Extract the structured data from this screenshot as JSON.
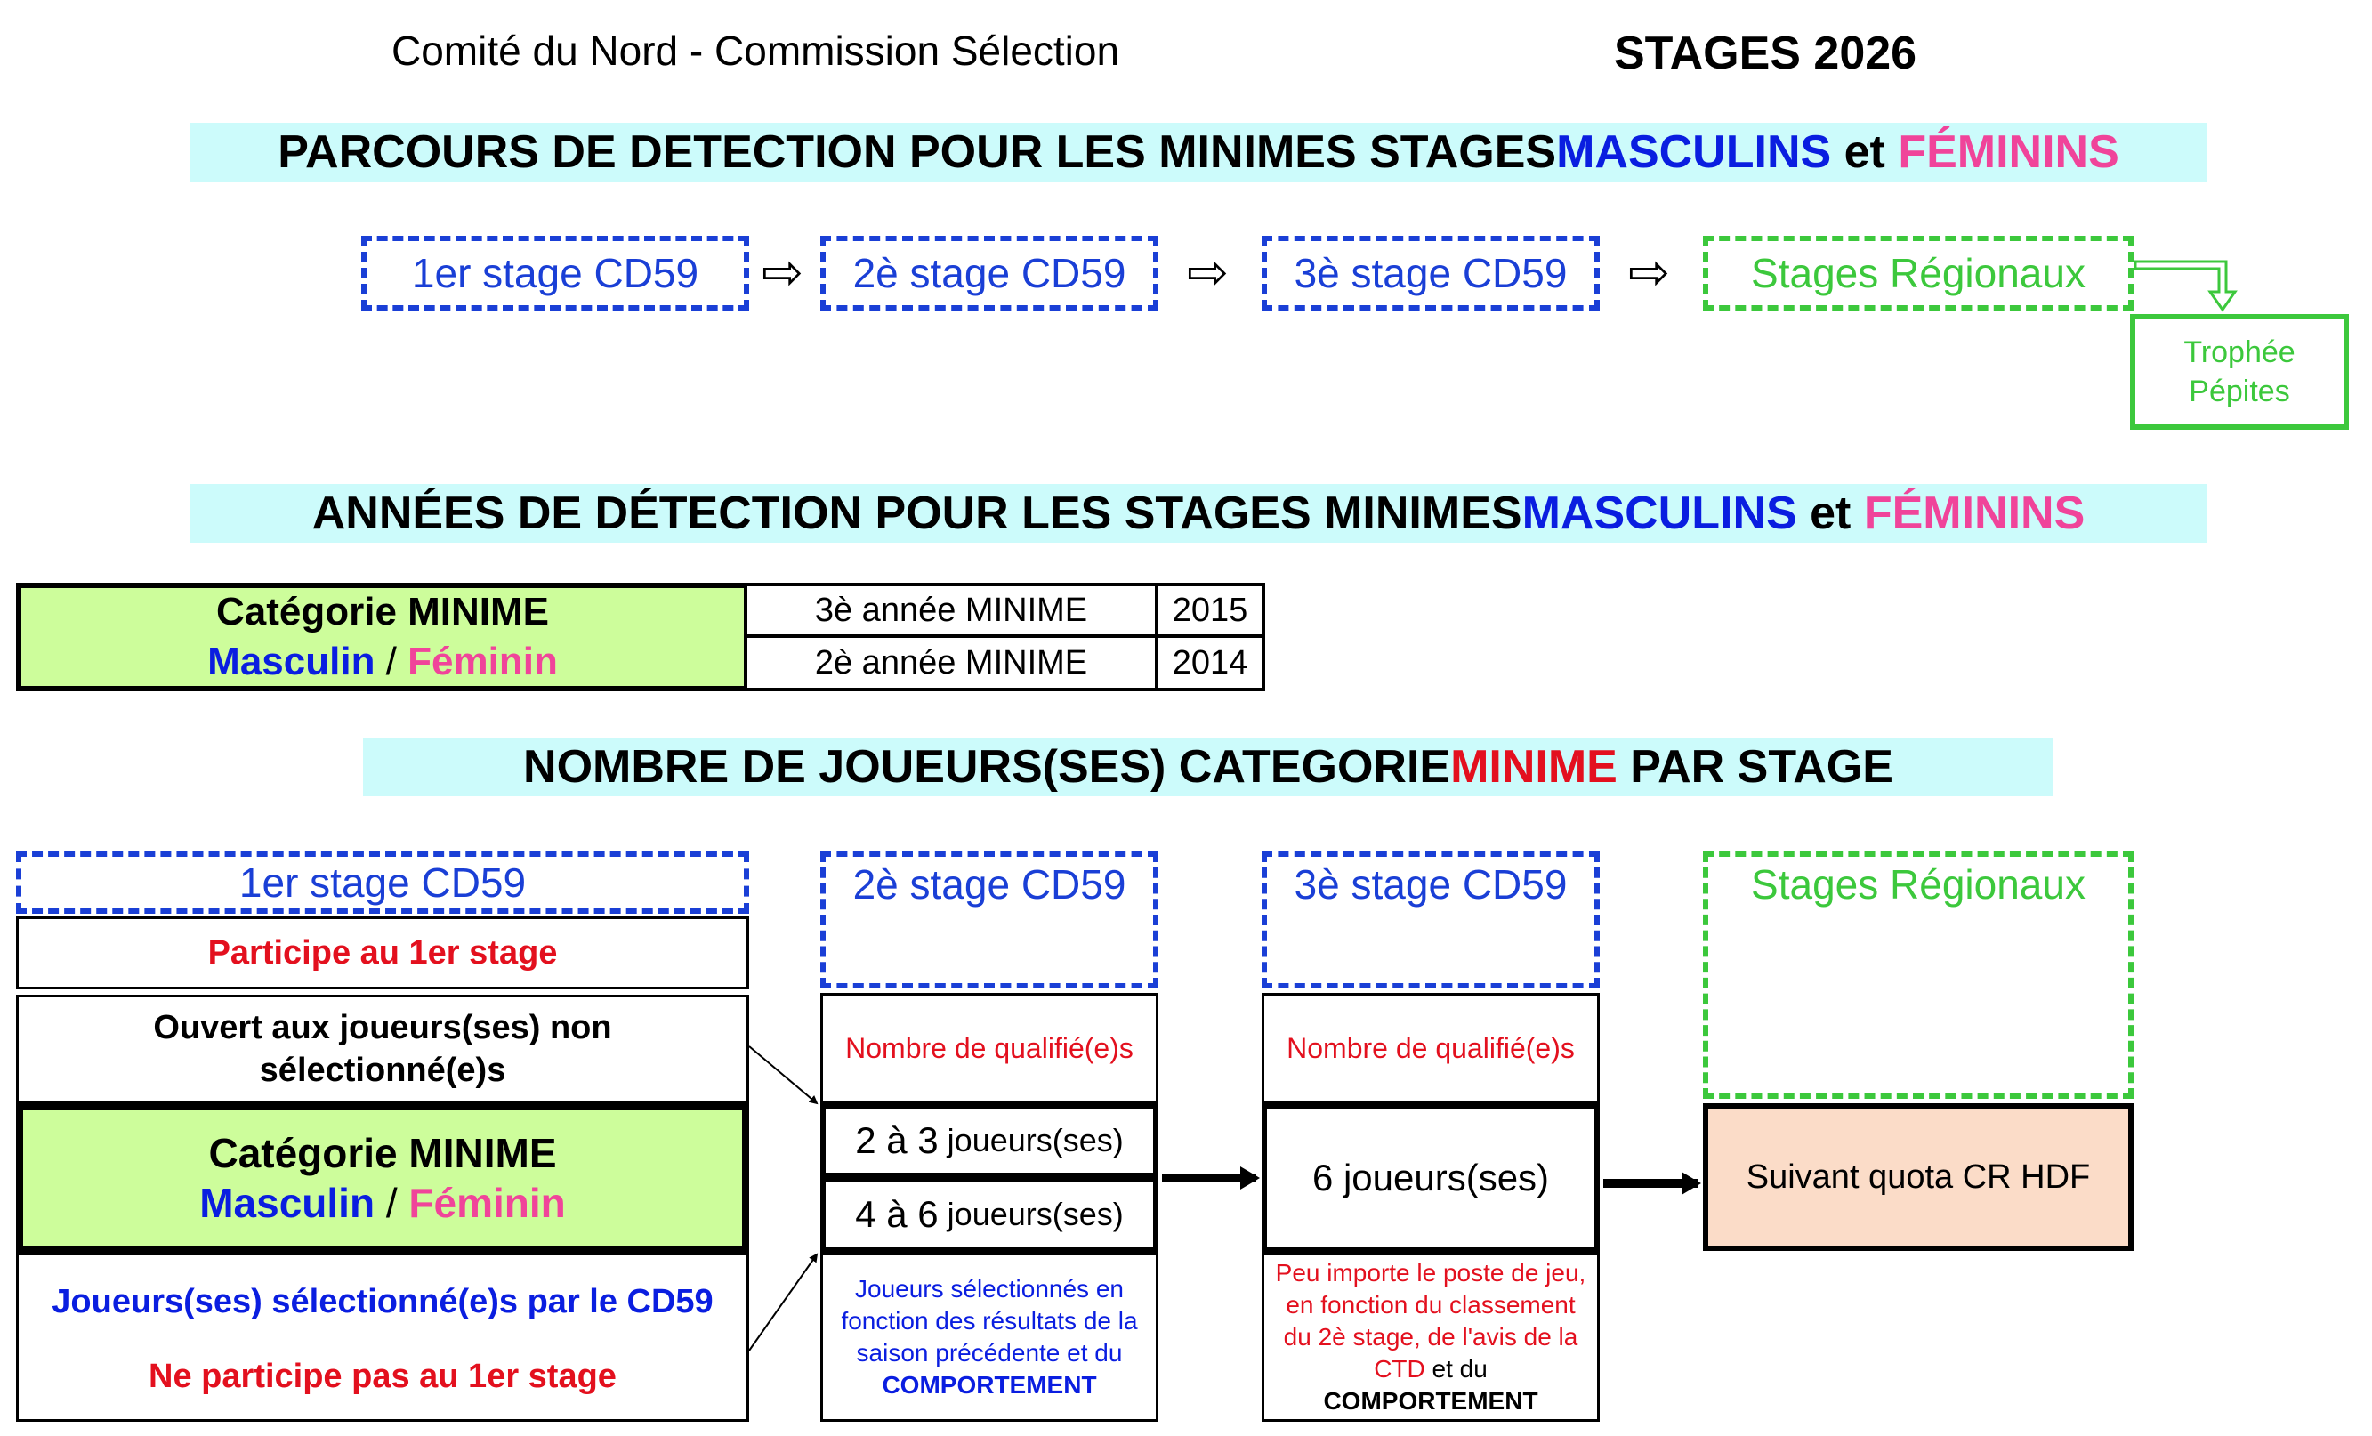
{
  "header": {
    "left": "Comité du Nord - Commission Sélection",
    "right": "STAGES 2026"
  },
  "section1": {
    "title_prefix": "PARCOURS DE DETECTION POUR LES MINIMES STAGES ",
    "masc": "MASCULINS",
    "et": " et ",
    "fem": "FÉMININS",
    "stages": [
      "1er stage CD59",
      "2è stage CD59",
      "3è stage CD59",
      "Stages Régionaux"
    ],
    "arrow": "⇨",
    "trophy_line1": "Trophée",
    "trophy_line2": "Pépites"
  },
  "section2": {
    "title_prefix": "ANNÉES DE DÉTECTION POUR LES STAGES MINIMES ",
    "masc": "MASCULINS",
    "et": " et ",
    "fem": "FÉMININS",
    "category_label": "Catégorie MINIME",
    "category_masc": "Masculin",
    "category_sep": " / ",
    "category_fem": "Féminin",
    "rows": [
      {
        "label": "3è année MINIME",
        "year": "2015"
      },
      {
        "label": "2è année MINIME",
        "year": "2014"
      }
    ]
  },
  "section3": {
    "title_prefix": "NOMBRE DE JOUEURS(SES) CATEGORIE ",
    "title_highlight": "MINIME",
    "title_suffix": " PAR STAGE",
    "stages": [
      "1er stage CD59",
      "2è stage CD59",
      "3è stage CD59",
      "Stages Régionaux"
    ],
    "col1": {
      "participe": "Participe au 1er stage",
      "ouvert": "Ouvert aux joueurs(ses) non sélectionné(e)s",
      "category_label": "Catégorie MINIME",
      "category_masc": "Masculin",
      "category_sep": " / ",
      "category_fem": "Féminin",
      "selectionnes": "Joueurs(ses) sélectionné(e)s par le CD59",
      "ne_participe": "Ne participe pas au 1er stage"
    },
    "col2": {
      "qualifies": "Nombre de qualifié(e)s",
      "row1_num": "2 à 3",
      "row1_txt": " joueurs(ses)",
      "row2_num": "4 à 6",
      "row2_txt": " joueurs(ses)",
      "note": "Joueurs sélectionnés en fonction des résultats de la saison précédente et du",
      "note_bold": "COMPORTEMENT"
    },
    "col3": {
      "qualifies": "Nombre de qualifié(e)s",
      "count": "6 joueurs(ses)",
      "note": "Peu importe le poste de jeu, en fonction du classement du 2è stage, de l'avis de la CTD",
      "note_et": " et du",
      "note_bold": "COMPORTEMENT"
    },
    "col4": {
      "quota": "Suivant quota CR HDF"
    }
  }
}
